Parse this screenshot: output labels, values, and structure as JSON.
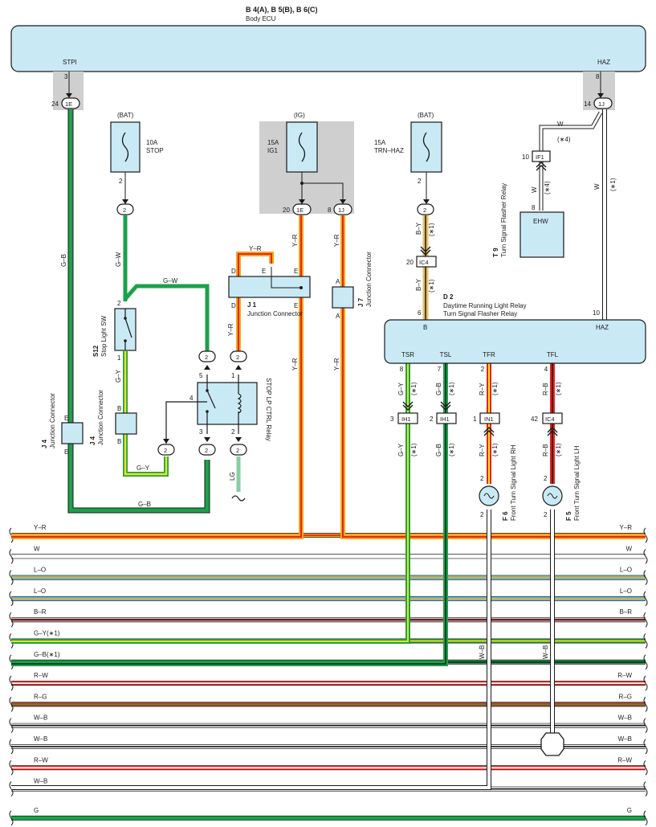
{
  "ecu": {
    "title": "B 4(A), B 5(B), B 6(C)",
    "subtitle": "Body ECU",
    "pin_left": "STPI",
    "pin_right": "HAZ",
    "pin_left_num": "3",
    "pin_right_num": "8"
  },
  "connectors": {
    "c1E_top": "1E",
    "c1E_top_pin": "24",
    "c1J_top": "1J",
    "c1J_top_pin": "14",
    "c1E_bot": "1E",
    "c1E_bot_pin": "20",
    "c1J_bot": "1J",
    "c1J_bot_pin": "8",
    "ic4_a": "IC4",
    "ic4_a_pin": "20",
    "if1": "IF1",
    "if1_pin": "10",
    "ih1_a": "IH1",
    "ih1_a_pin": "3",
    "ih1_b": "IH1",
    "ih1_b_pin": "2",
    "in1": "IN1",
    "in1_pin": "1",
    "ic4_b": "IC4",
    "ic4_b_pin": "42",
    "two": "2"
  },
  "fuses": {
    "stop": {
      "source": "(BAT)",
      "rating": "10A",
      "name": "STOP",
      "pin": "2"
    },
    "ig1": {
      "source": "(IG)",
      "rating": "15A",
      "name": "IG1"
    },
    "trn": {
      "source": "(BAT)",
      "rating": "15A",
      "name": "TRN–HAZ",
      "pin": "2"
    }
  },
  "components": {
    "s12_code": "S12",
    "s12_name": "Stop Light SW",
    "s12_pin_top": "2",
    "s12_pin_bot": "1",
    "j4_code": "J 4",
    "j4_name": "Junction Connector",
    "j1_code": "J 1",
    "j1_name": "Junction Connector",
    "j7_code": "J 7",
    "j7_name": "Junction Connector",
    "relay_name": "STOP LP CTRL Relay",
    "relay_pins": [
      "5",
      "1",
      "4",
      "3",
      "2"
    ],
    "d2_code": "D 2",
    "d2_line1": "Daytime Running Light Relay",
    "d2_line2": "Turn Signal Flasher Relay",
    "d2_pin_left": "6",
    "d2_pin_right": "10",
    "d2_b": "B",
    "d2_haz": "HAZ",
    "t9_code": "T 9",
    "t9_name": "Turn Signal Flasher Relay",
    "t9_box": "EHW",
    "t9_pin": "8",
    "f6_code": "F 6",
    "f6_name": "Front Turn Signal Light RH",
    "f5_code": "F 5",
    "f5_name": "Front Turn Signal Light LH"
  },
  "ecu_pins": [
    {
      "name": "TSR",
      "num": "8"
    },
    {
      "name": "TSL",
      "num": "7"
    },
    {
      "name": "TFR",
      "num": "2"
    },
    {
      "name": "TFL",
      "num": "4"
    }
  ],
  "letters": {
    "A": "A",
    "B": "B",
    "D": "D",
    "E": "E"
  },
  "wire_labels": {
    "g_b": "G–B",
    "g_w": "G–W",
    "g_y": "G–Y",
    "y_r": "Y–R",
    "b_y": "B–Y",
    "w": "W",
    "lg": "LG",
    "r_y": "R–Y",
    "r_b": "R–B",
    "w_b": "W–B",
    "note1": "(∗1)",
    "note4": "(∗4)"
  },
  "buses": [
    {
      "left": "Y–R",
      "right": "Y–R",
      "colors": [
        "#f2a91a",
        "#e8231b"
      ]
    },
    {
      "left": "W",
      "right": "W",
      "colors": [
        "#ffffff",
        "#ffffff"
      ]
    },
    {
      "left": "L–O",
      "right": "L–O",
      "colors": [
        "#5cbfe8",
        "#f2a91a"
      ]
    },
    {
      "left": "L–O",
      "right": "L–O",
      "colors": [
        "#5cbfe8",
        "#f2a91a"
      ]
    },
    {
      "left": "B–R",
      "right": "B–R",
      "colors": [
        "#f4a3a0",
        "#222222"
      ]
    },
    {
      "left": "G–Y(∗1)",
      "right": "",
      "colors": [
        "#1aa24a",
        "#f0e020"
      ]
    },
    {
      "left": "G–B(∗1)",
      "right": "",
      "colors": [
        "#1aa24a",
        "#222222"
      ]
    },
    {
      "left": "R–W",
      "right": "R–W",
      "colors": [
        "#e8231b",
        "#ffffff"
      ]
    },
    {
      "left": "R–G",
      "right": "R–G",
      "colors": [
        "#e8231b",
        "#1aa24a"
      ]
    },
    {
      "left": "W–B",
      "right": "W–B",
      "colors": [
        "#ffffff",
        "#222222"
      ]
    },
    {
      "left": "W–B",
      "right": "W–B",
      "colors": [
        "#ffffff",
        "#222222"
      ]
    },
    {
      "left": "R–W",
      "right": "R–W",
      "colors": [
        "#e8231b",
        "#ffffff"
      ]
    },
    {
      "left": "W–B",
      "right": "",
      "colors": [
        "#ffffff",
        "#222222"
      ]
    },
    {
      "left": "G",
      "right": "G",
      "colors": [
        "#1aa24a",
        "#1aa24a"
      ]
    }
  ],
  "colors": {
    "ecu_fill": "#c9e9f5",
    "box_fill": "#c9e9f5",
    "shade": "#cfcfcf",
    "green": "#1aa24a",
    "yellow": "#f0e020",
    "orange": "#f2a91a",
    "red": "#e8231b",
    "blue": "#5cbfe8",
    "pink": "#f4a3a0",
    "tan": "#e9bf63",
    "lightgreen": "#86cfa3"
  }
}
